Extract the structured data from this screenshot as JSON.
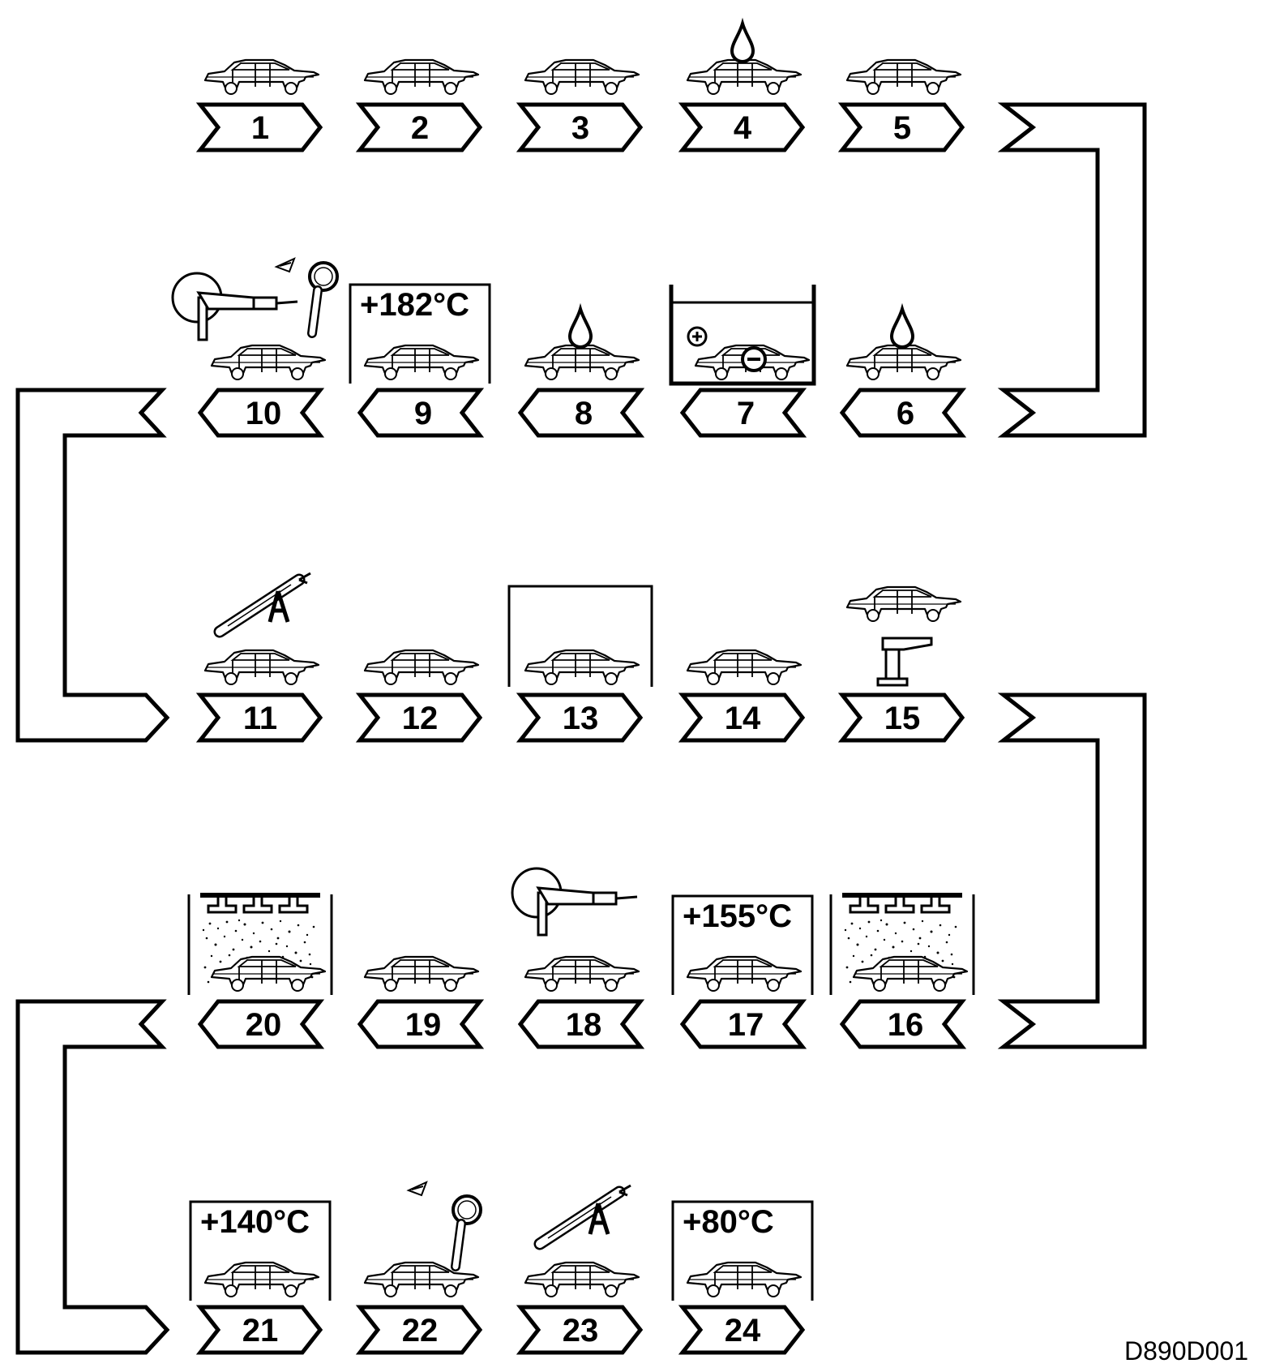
{
  "figure_code": "D890D001",
  "steps": [
    {
      "number": "1",
      "icon": "car-body-icon"
    },
    {
      "number": "2",
      "icon": "car-body-icon"
    },
    {
      "number": "3",
      "icon": "car-body-icon"
    },
    {
      "number": "4",
      "icon": "drop-rinse-icon"
    },
    {
      "number": "5",
      "icon": "car-body-icon"
    },
    {
      "number": "6",
      "icon": "drop-rinse-icon"
    },
    {
      "number": "7",
      "icon": "electrocoat-bath-icon"
    },
    {
      "number": "8",
      "icon": "drop-rinse-icon"
    },
    {
      "number": "9",
      "icon": "oven-icon",
      "temperature": "+182°C"
    },
    {
      "number": "10",
      "icon": "sanding-inspection-icon"
    },
    {
      "number": "11",
      "icon": "sealing-gun-icon"
    },
    {
      "number": "12",
      "icon": "car-body-icon"
    },
    {
      "number": "13",
      "icon": "booth-icon"
    },
    {
      "number": "14",
      "icon": "car-body-icon"
    },
    {
      "number": "15",
      "icon": "underbody-spray-icon"
    },
    {
      "number": "16",
      "icon": "spray-booth-icon"
    },
    {
      "number": "17",
      "icon": "oven-icon",
      "temperature": "+155°C"
    },
    {
      "number": "18",
      "icon": "sanding-icon"
    },
    {
      "number": "19",
      "icon": "car-body-icon"
    },
    {
      "number": "20",
      "icon": "spray-booth-icon"
    },
    {
      "number": "21",
      "icon": "oven-icon",
      "temperature": "+140°C"
    },
    {
      "number": "22",
      "icon": "inspection-icon"
    },
    {
      "number": "23",
      "icon": "sealing-gun-icon"
    },
    {
      "number": "24",
      "icon": "oven-icon",
      "temperature": "+80°C"
    }
  ]
}
